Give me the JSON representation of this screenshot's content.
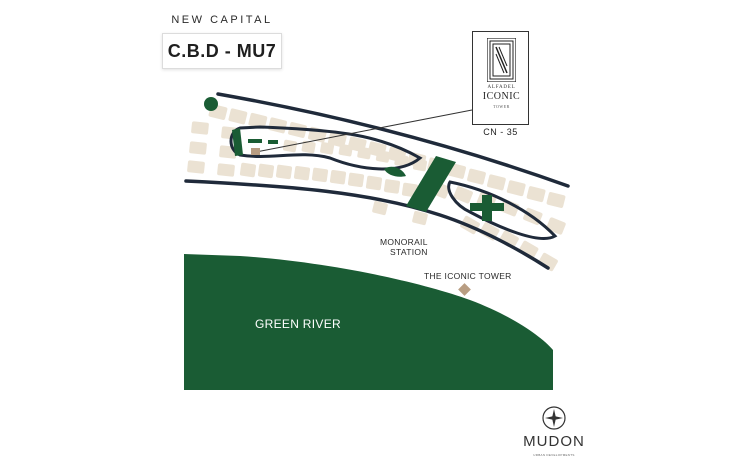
{
  "header": {
    "district_label": "NEW CAPITAL",
    "zone_title": "C.B.D - MU7"
  },
  "project_badge": {
    "small_text": "ALFADEL",
    "name": "ICONIC",
    "sub_text": "TOWER",
    "plot_code": "CN - 35"
  },
  "map_labels": {
    "monorail_line1": "MONORAIL",
    "monorail_line2": "STATION",
    "iconic_tower": "THE ICONIC TOWER",
    "green_river": "GREEN RIVER"
  },
  "developer": {
    "name": "MUDON",
    "tagline": "URBAN DEVELOPMENTS"
  },
  "colors": {
    "green": "#1a5c34",
    "blocks": "#ebe2d3",
    "roads": "#1f2a3a",
    "tower_marker": "#b89d82"
  },
  "icons": [
    "compass-rose-icon",
    "tower-stripes-icon",
    "diamond-marker-icon"
  ]
}
